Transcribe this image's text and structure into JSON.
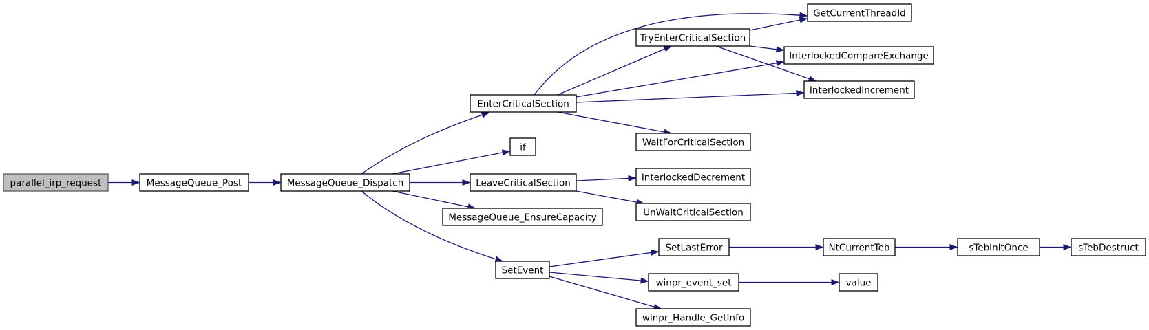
{
  "graph": {
    "colors": {
      "edge": "#191970",
      "node_border": "#000000",
      "node_fill": "#ffffff",
      "root_fill": "#bfbfbf"
    },
    "nodes": [
      {
        "id": "parallel_irp_request",
        "label": "parallel_irp_request",
        "root": true
      },
      {
        "id": "MessageQueue_Post",
        "label": "MessageQueue_Post"
      },
      {
        "id": "MessageQueue_Dispatch",
        "label": "MessageQueue_Dispatch"
      },
      {
        "id": "EnterCriticalSection",
        "label": "EnterCriticalSection"
      },
      {
        "id": "if",
        "label": "if"
      },
      {
        "id": "LeaveCriticalSection",
        "label": "LeaveCriticalSection"
      },
      {
        "id": "MessageQueue_EnsureCapacity",
        "label": "MessageQueue_EnsureCapacity"
      },
      {
        "id": "SetEvent",
        "label": "SetEvent"
      },
      {
        "id": "TryEnterCriticalSection",
        "label": "TryEnterCriticalSection"
      },
      {
        "id": "GetCurrentThreadId",
        "label": "GetCurrentThreadId"
      },
      {
        "id": "InterlockedCompareExchange",
        "label": "InterlockedCompareExchange"
      },
      {
        "id": "InterlockedIncrement",
        "label": "InterlockedIncrement"
      },
      {
        "id": "WaitForCriticalSection",
        "label": "WaitForCriticalSection"
      },
      {
        "id": "InterlockedDecrement",
        "label": "InterlockedDecrement"
      },
      {
        "id": "UnWaitCriticalSection",
        "label": "UnWaitCriticalSection"
      },
      {
        "id": "SetLastError",
        "label": "SetLastError"
      },
      {
        "id": "NtCurrentTeb",
        "label": "NtCurrentTeb"
      },
      {
        "id": "sTebInitOnce",
        "label": "sTebInitOnce"
      },
      {
        "id": "sTebDestruct",
        "label": "sTebDestruct"
      },
      {
        "id": "winpr_event_set",
        "label": "winpr_event_set"
      },
      {
        "id": "value",
        "label": "value"
      },
      {
        "id": "winpr_Handle_GetInfo",
        "label": "winpr_Handle_GetInfo"
      }
    ],
    "edges": [
      {
        "from": "parallel_irp_request",
        "to": "MessageQueue_Post"
      },
      {
        "from": "MessageQueue_Post",
        "to": "MessageQueue_Dispatch"
      },
      {
        "from": "MessageQueue_Dispatch",
        "to": "EnterCriticalSection"
      },
      {
        "from": "MessageQueue_Dispatch",
        "to": "if"
      },
      {
        "from": "MessageQueue_Dispatch",
        "to": "LeaveCriticalSection"
      },
      {
        "from": "MessageQueue_Dispatch",
        "to": "MessageQueue_EnsureCapacity"
      },
      {
        "from": "MessageQueue_Dispatch",
        "to": "SetEvent"
      },
      {
        "from": "EnterCriticalSection",
        "to": "GetCurrentThreadId"
      },
      {
        "from": "EnterCriticalSection",
        "to": "TryEnterCriticalSection"
      },
      {
        "from": "EnterCriticalSection",
        "to": "InterlockedCompareExchange"
      },
      {
        "from": "EnterCriticalSection",
        "to": "InterlockedIncrement"
      },
      {
        "from": "EnterCriticalSection",
        "to": "WaitForCriticalSection"
      },
      {
        "from": "TryEnterCriticalSection",
        "to": "GetCurrentThreadId"
      },
      {
        "from": "TryEnterCriticalSection",
        "to": "InterlockedCompareExchange"
      },
      {
        "from": "TryEnterCriticalSection",
        "to": "InterlockedIncrement"
      },
      {
        "from": "LeaveCriticalSection",
        "to": "InterlockedDecrement"
      },
      {
        "from": "LeaveCriticalSection",
        "to": "UnWaitCriticalSection"
      },
      {
        "from": "SetEvent",
        "to": "SetLastError"
      },
      {
        "from": "SetEvent",
        "to": "winpr_event_set"
      },
      {
        "from": "SetEvent",
        "to": "winpr_Handle_GetInfo"
      },
      {
        "from": "SetLastError",
        "to": "NtCurrentTeb"
      },
      {
        "from": "NtCurrentTeb",
        "to": "sTebInitOnce"
      },
      {
        "from": "sTebInitOnce",
        "to": "sTebDestruct"
      },
      {
        "from": "winpr_event_set",
        "to": "value"
      }
    ]
  }
}
